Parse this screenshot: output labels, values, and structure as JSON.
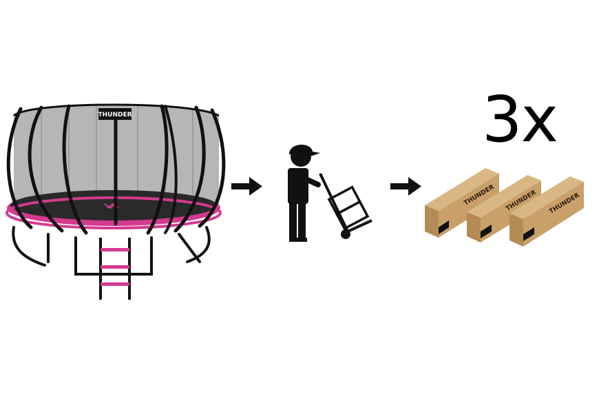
{
  "trampoline": {
    "brand": "THUNDER"
  },
  "boxes": {
    "quantity_label": "3x",
    "brand": "THUNDER"
  },
  "icons": {
    "trampoline": "trampoline-icon",
    "arrow_1": "arrow-right-icon",
    "courier": "delivery-person-with-hand-truck-icon",
    "arrow_2": "arrow-right-icon",
    "boxes": "shipping-box-icon"
  },
  "colors": {
    "frame": "#111111",
    "net": "#6a6a6a",
    "mat": "#2a2a2a",
    "pad_pink": "#d43a8f",
    "box_kraft": "#c9a06a",
    "box_top": "#d9b784",
    "box_side": "#b48a55"
  }
}
